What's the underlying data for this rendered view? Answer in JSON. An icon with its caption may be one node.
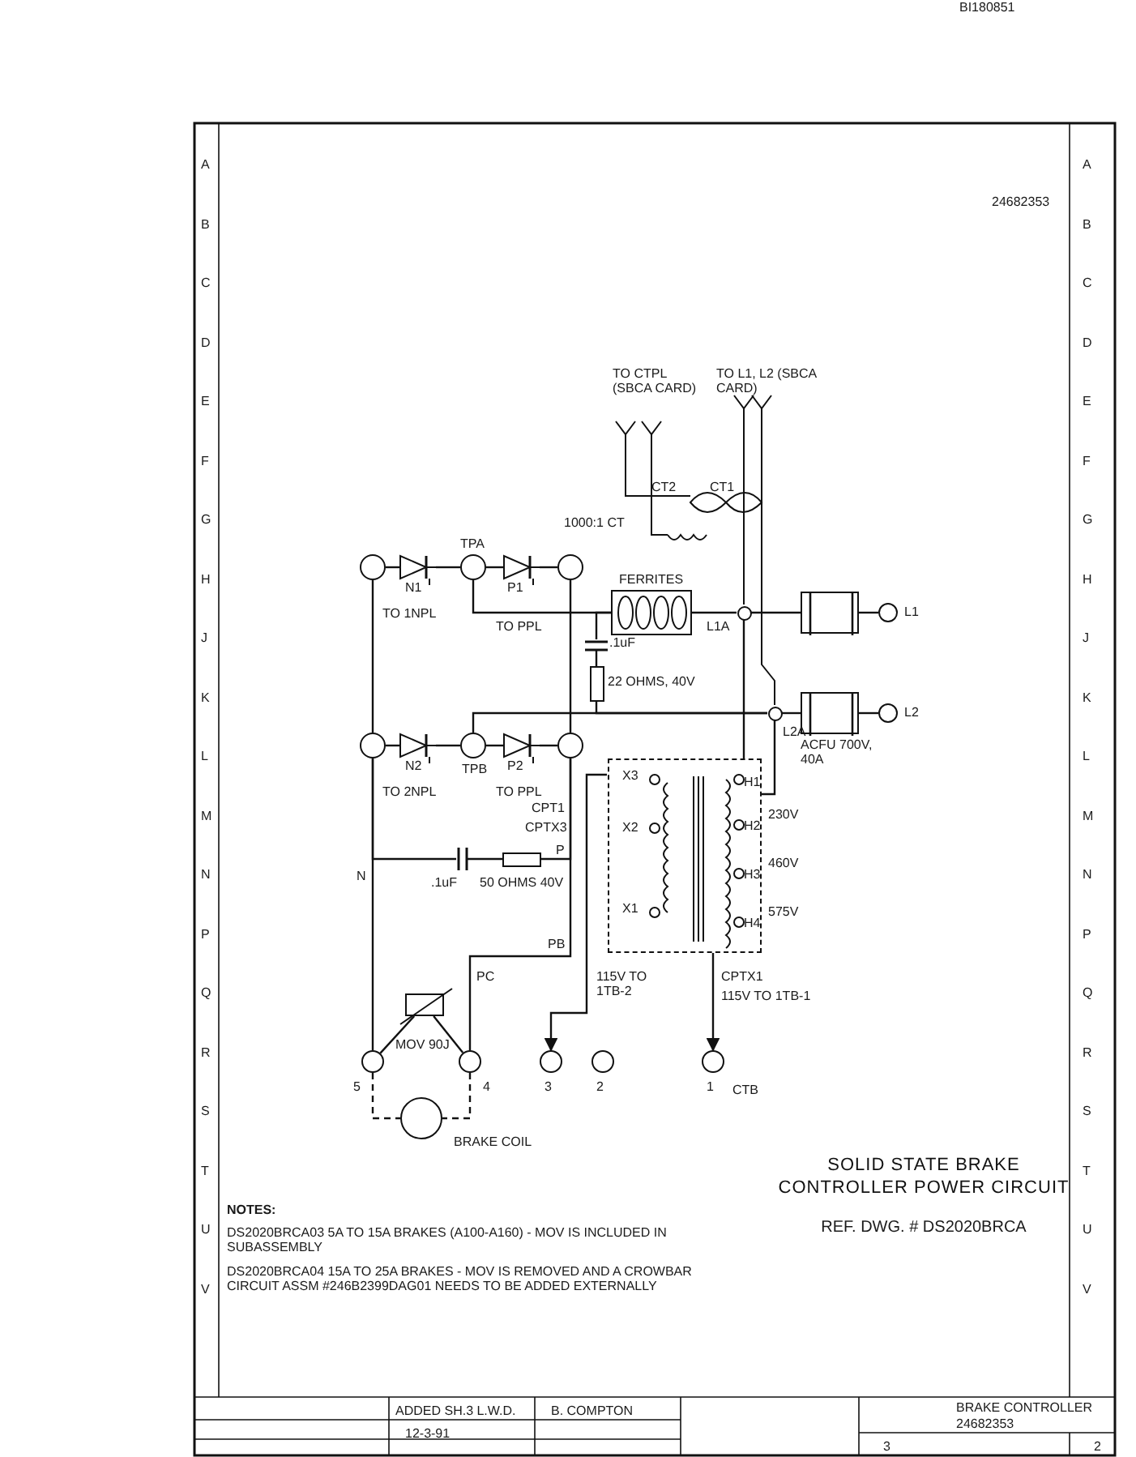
{
  "diagram": {
    "title": "SOLID STATE BRAKE CONTROLLER POWER CIRCUIT",
    "nodes": [
      {
        "text": [],
        "shape": "circle",
        "beside": [
          "L1"
        ]
      },
      {
        "text": [],
        "shape": "circle",
        "beside": [
          "L2"
        ]
      },
      {
        "text": [],
        "shape": "box"
      },
      {
        "text": [],
        "shape": "box",
        "beside": [
          "ACFU 700V, 40A"
        ]
      },
      {
        "text": [],
        "shape": "circle",
        "beside": [
          "L1A"
        ]
      },
      {
        "text": [],
        "shape": "circle",
        "beside": [
          "L2A"
        ]
      },
      {
        "text": [],
        "shape": "box",
        "beside": [
          "FERRITES"
        ]
      },
      {
        "text": [],
        "shape": "box"
      },
      {
        "text": [],
        "shape": "diode",
        "beside": [
          "P1"
        ]
      },
      {
        "text": [],
        "shape": "diode",
        "beside": [
          "N1"
        ]
      },
      {
        "text": [],
        "shape": "diode",
        "beside": [
          "P2"
        ]
      },
      {
        "text": [],
        "shape": "diode",
        "beside": [
          "N2"
        ]
      },
      {
        "text": [],
        "shape": "circle"
      },
      {
        "text": [],
        "shape": "circle",
        "beside": [
          "TPA"
        ]
      },
      {
        "text": [],
        "shape": "circle"
      },
      {
        "text": [],
        "shape": "circle"
      },
      {
        "text": [],
        "shape": "circle",
        "beside": [
          "TPB"
        ]
      },
      {
        "text": [],
        "shape": "circle"
      },
      {
        "text": [],
        "shape": "resistor",
        "beside": [
          "22 OHMS, 40V"
        ]
      },
      {
        "text": [],
        "shape": "capacitor",
        "beside": [
          ".1uF"
        ]
      },
      {
        "text": [],
        "shape": "resistor",
        "beside": [
          "50 OHMS 40V"
        ]
      },
      {
        "text": [],
        "shape": "capacitor",
        "beside": [
          ".1uF"
        ]
      },
      {
        "text": [],
        "shape": "varistor",
        "beside": [
          "MOV 90J"
        ]
      },
      {
        "text": [],
        "shape": "circle",
        "beside": [
          "5"
        ]
      },
      {
        "text": [],
        "shape": "circle",
        "beside": [
          "4"
        ]
      },
      {
        "text": [],
        "shape": "circle",
        "beside": [
          "BRAKE COIL"
        ]
      },
      {
        "text": [],
        "shape": "circle",
        "beside": [
          "3"
        ]
      },
      {
        "text": [],
        "shape": "circle",
        "beside": [
          "2"
        ]
      },
      {
        "text": [],
        "shape": "circle",
        "beside": [
          "1"
        ]
      }
    ],
    "edges": [
      {
        "from": 0,
        "to": 2,
        "arrow": "none"
      },
      {
        "from": 2,
        "to": 4,
        "arrow": "none"
      },
      {
        "from": 1,
        "to": 3,
        "arrow": "none"
      },
      {
        "from": 3,
        "to": 5,
        "arrow": "none"
      },
      {
        "from": 4,
        "to": 6,
        "arrow": "none"
      },
      {
        "from": 6,
        "to": 13,
        "arrow": "none"
      },
      {
        "from": 5,
        "to": 16,
        "arrow": "none"
      },
      {
        "from": 6,
        "to": 19,
        "arrow": "none"
      },
      {
        "from": 19,
        "to": 18,
        "arrow": "none"
      },
      {
        "from": 18,
        "to": 5,
        "arrow": "none"
      },
      {
        "from": 12,
        "to": 9,
        "arrow": "none"
      },
      {
        "from": 9,
        "to": 13,
        "arrow": "none"
      },
      {
        "from": 13,
        "to": 8,
        "arrow": "none"
      },
      {
        "from": 8,
        "to": 14,
        "arrow": "none"
      },
      {
        "from": 15,
        "to": 11,
        "arrow": "none"
      },
      {
        "from": 11,
        "to": 16,
        "arrow": "none"
      },
      {
        "from": 16,
        "to": 10,
        "arrow": "none"
      },
      {
        "from": 10,
        "to": 17,
        "arrow": "none"
      },
      {
        "from": 12,
        "to": 15,
        "arrow": "none"
      },
      {
        "from": 14,
        "to": 17,
        "arrow": "none"
      },
      {
        "from": 17,
        "to": 20,
        "arrow": "none"
      },
      {
        "from": 20,
        "to": 21,
        "arrow": "none"
      },
      {
        "from": 21,
        "to": 15,
        "arrow": "none"
      },
      {
        "from": 15,
        "to": 23,
        "arrow": "none"
      },
      {
        "from": 17,
        "to": 24,
        "arrow": "none"
      },
      {
        "from": 22,
        "to": 23,
        "arrow": "none"
      },
      {
        "from": 22,
        "to": 24,
        "arrow": "none"
      },
      {
        "from": 23,
        "to": 25,
        "arrow": "none",
        "style": "dashed"
      },
      {
        "from": 24,
        "to": 25,
        "arrow": "none",
        "style": "dashed"
      },
      {
        "from": 5,
        "to": 7,
        "arrow": "none"
      },
      {
        "from": 4,
        "to": 7,
        "arrow": "none"
      },
      {
        "from": 7,
        "to": 26,
        "arrow": "to"
      },
      {
        "from": 7,
        "to": 28,
        "arrow": "to"
      }
    ],
    "labels": [
      "REF. DWG. # DS2020BRCA",
      "BI180851",
      "24682353",
      "TO L1, L2 (SBCA CARD)",
      "TO CTPL (SBCA CARD)",
      "CT1",
      "CT2",
      "1000:1 CT",
      "TO 1NPL",
      "TO PPL",
      "TO 2NPL",
      "TO PPL",
      "P",
      "N",
      "PB",
      "PC",
      "230V",
      "460V",
      "575V",
      "H1",
      "H2",
      "H3",
      "H4",
      "X3",
      "X2",
      "X1",
      "CPT1",
      "CPTX3",
      "115V TO 1TB-2",
      "CPTX1",
      "115V TO 1TB-1",
      "CTB",
      "NOTES:",
      "DS2020BRCA03 5A TO 15A BRAKES (A100-A160) - MOV IS INCLUDED IN SUBASSEMBLY",
      "DS2020BRCA04 15A TO 25A BRAKES - MOV IS REMOVED AND A CROWBAR CIRCUIT ASSM #246B2399DAG01 NEEDS TO BE ADDED EXTERNALLY",
      "BRAKE CONTROLLER",
      "24682353",
      "ADDED SH.3 L.W.D.",
      "B. COMPTON",
      "12-3-91",
      "3",
      "2",
      "A",
      "B",
      "C",
      "D",
      "E",
      "F",
      "G",
      "H",
      "J",
      "K",
      "L",
      "M",
      "N",
      "P",
      "Q",
      "R",
      "S",
      "T",
      "U",
      "V",
      "A",
      "B",
      "C",
      "D",
      "E",
      "F",
      "G",
      "H",
      "J",
      "K",
      "L",
      "M",
      "N",
      "P",
      "Q",
      "R",
      "S",
      "T",
      "U",
      "V"
    ]
  }
}
